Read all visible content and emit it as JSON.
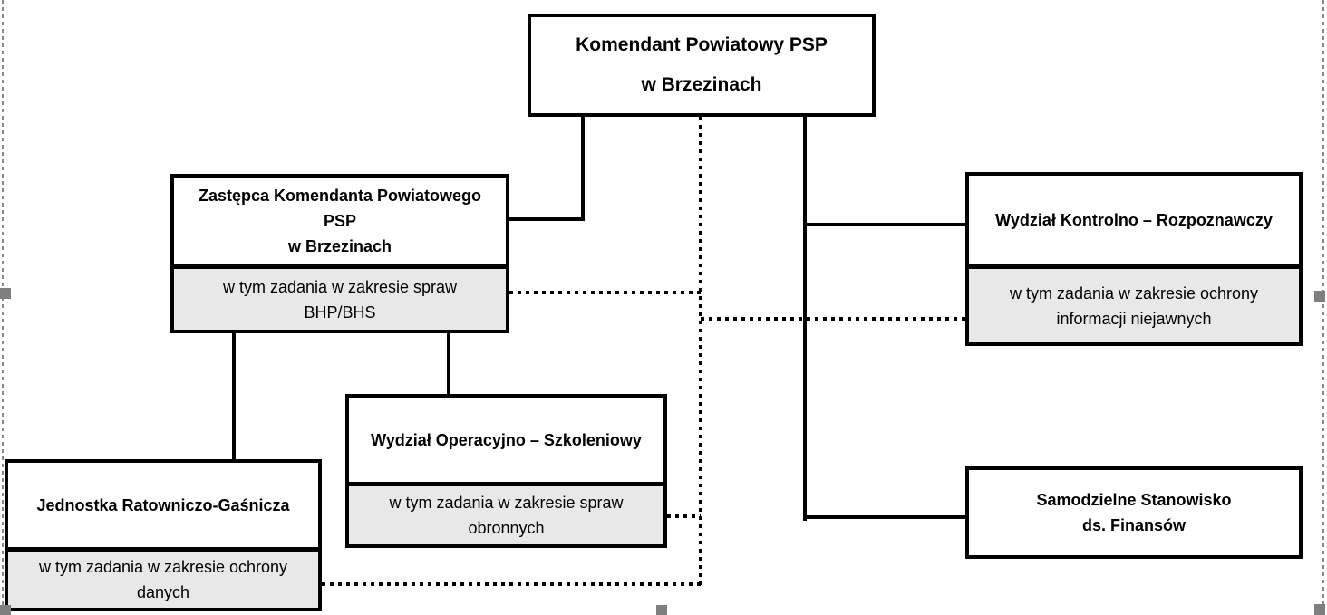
{
  "diagram": {
    "nodes": {
      "komendant": {
        "line1": "Komendant Powiatowy PSP",
        "line2": "w Brzezinach"
      },
      "zastepca": {
        "line1": "Zastępca Komendanta Powiatowego",
        "line2": "PSP",
        "line3": "w Brzezinach",
        "sub_line1": "w tym zadania w zakresie spraw",
        "sub_line2": "BHP/BHS"
      },
      "kontrolno": {
        "line1": "Wydział Kontrolno – Rozpoznawczy",
        "sub_line1": "w tym zadania w zakresie ochrony",
        "sub_line2": "informacji niejawnych"
      },
      "operacyjno": {
        "line1": "Wydział Operacyjno – Szkoleniowy",
        "sub_line1": "w tym zadania w zakresie spraw",
        "sub_line2": "obronnych"
      },
      "jednostka": {
        "line1": "Jednostka Ratowniczo-Gaśnicza",
        "sub_line1": "w tym zadania w zakresie ochrony",
        "sub_line2": "danych"
      },
      "samodzielne": {
        "line1": "Samodzielne Stanowisko",
        "line2": "ds. Finansów"
      }
    },
    "colors": {
      "box_border": "#000000",
      "box_fill": "#ffffff",
      "sub_section_fill": "#e8e8e8",
      "text": "#000000",
      "selection_handle": "#7f7f7f"
    }
  }
}
